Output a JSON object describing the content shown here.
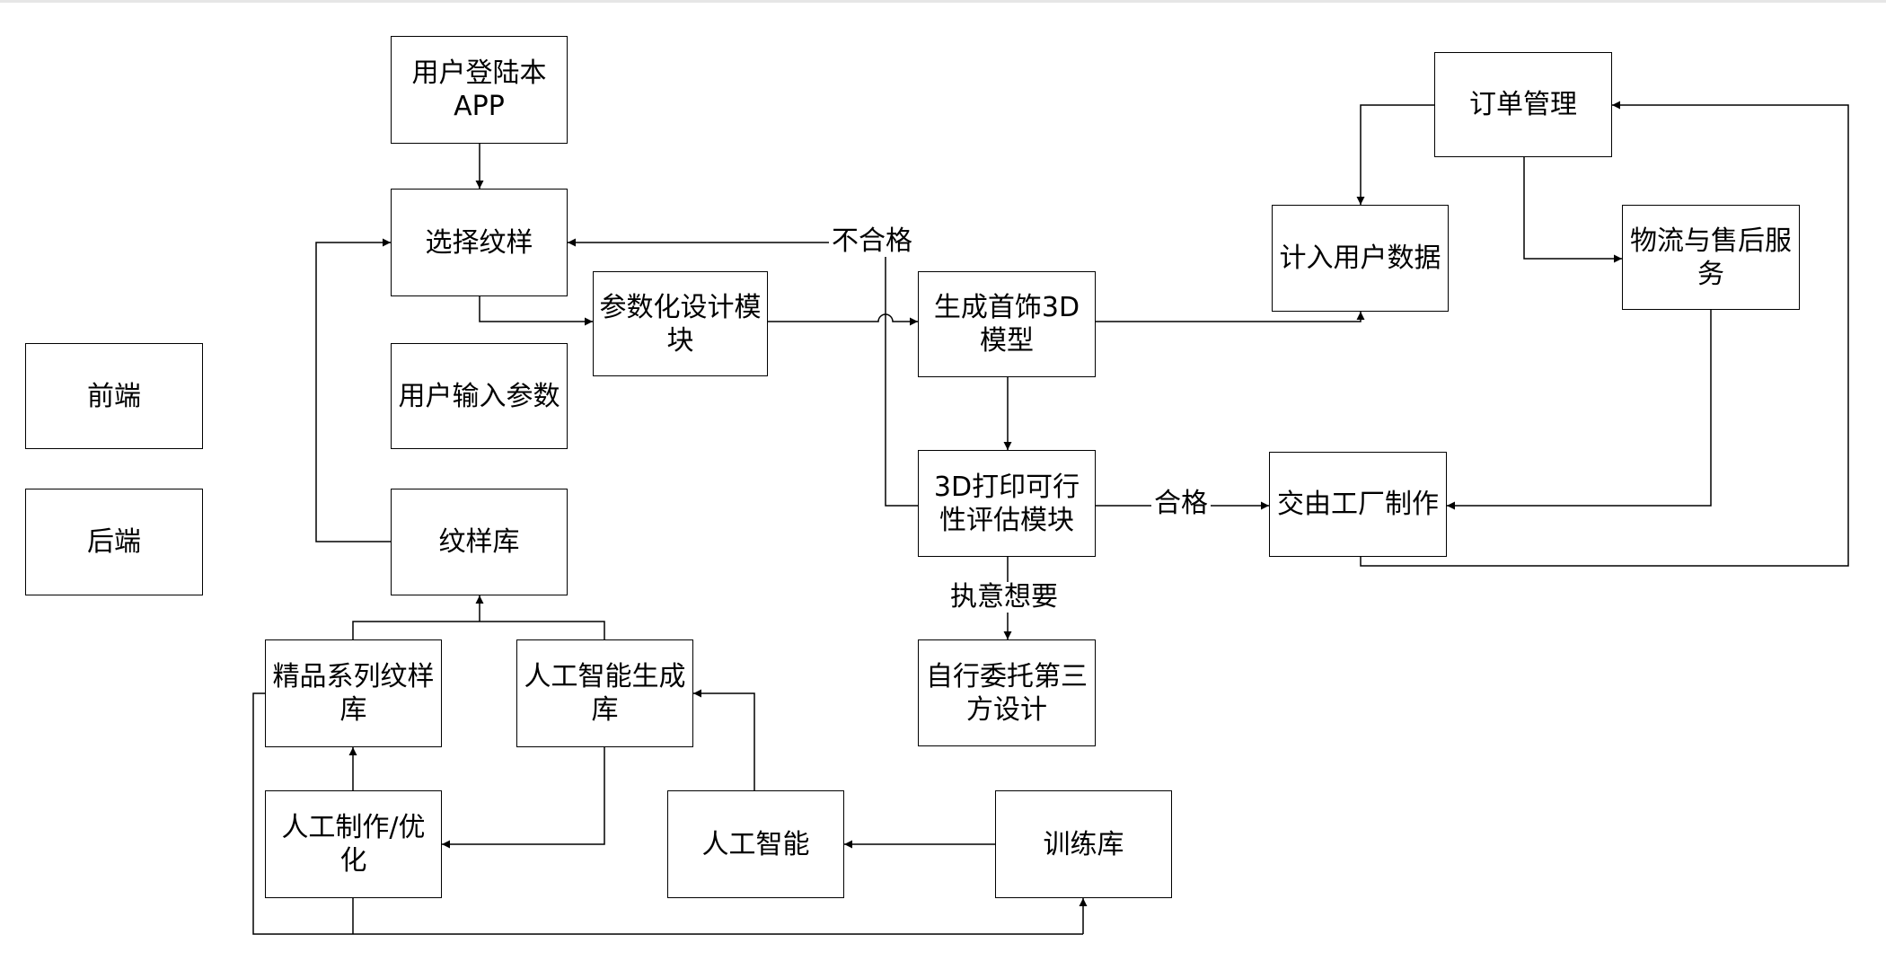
{
  "boxes": {
    "login": "用户登陆本APP",
    "select_pattern": "选择纹样",
    "user_params": "用户输入参数",
    "param_design": "参数化设计模块",
    "gen_model": "生成首饰3D模型",
    "print_eval": "3D打印可行性评估模块",
    "third_party": "自行委托第三方设计",
    "order_mgmt": "订单管理",
    "user_data": "计入用户数据",
    "logistics": "物流与售后服务",
    "factory": "交由工厂制作",
    "frontend": "前端",
    "backend": "后端",
    "pattern_lib": "纹样库",
    "premium_lib": "精品系列纹样库",
    "ai_gen_lib": "人工智能生成库",
    "manual_opt": "人工制作/优化",
    "ai": "人工智能",
    "train_lib": "训练库"
  },
  "labels": {
    "fail": "不合格",
    "pass": "合格",
    "insist": "执意想要"
  }
}
